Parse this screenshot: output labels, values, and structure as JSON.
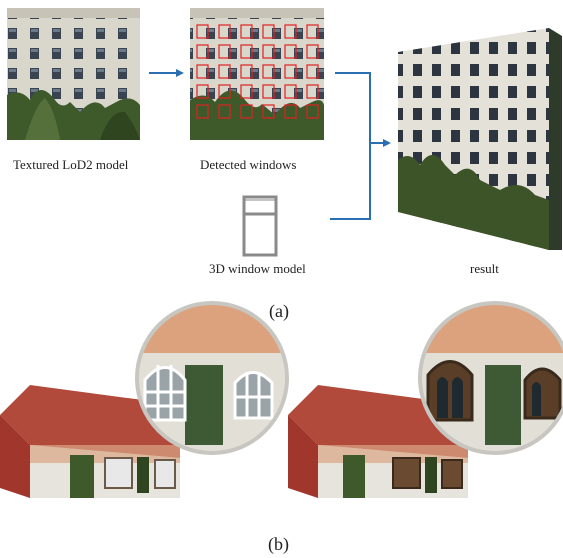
{
  "part_a": {
    "caption": "(a)",
    "labels": {
      "textured_model": "Textured LoD2 model",
      "detected_windows": "Detected windows",
      "window_model": "3D window model",
      "result": "result"
    }
  },
  "part_b": {
    "caption": "(b)"
  },
  "colors": {
    "arrow": "#2a6fb0",
    "detection_box": "#e02020",
    "facade": "#dedbd2",
    "roof": "#b24a3c",
    "vegetation": "#3f5a2a"
  }
}
